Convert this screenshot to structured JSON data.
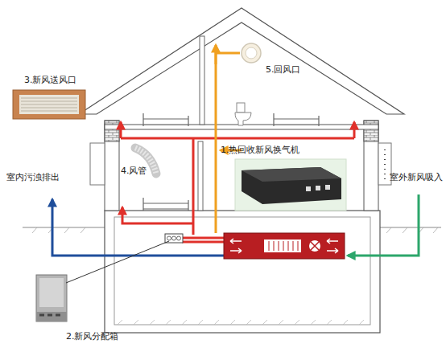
{
  "diagram": {
    "labels": [
      "3.新风送风口",
      "5.回风口",
      "4.风管",
      "1.热回收新风换气机",
      "室内污浊排出",
      "室外新风吸入",
      "2.新风分配箱"
    ]
  }
}
